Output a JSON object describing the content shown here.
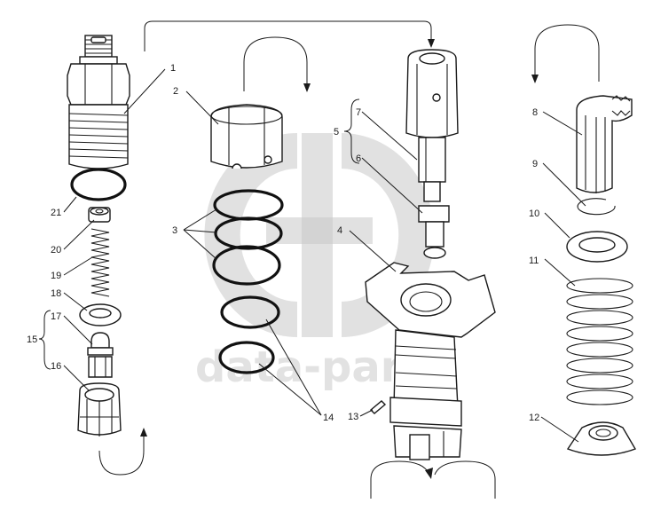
{
  "watermark": {
    "text": "data-parts"
  },
  "callouts": {
    "c1": "1",
    "c2": "2",
    "c3": "3",
    "c4": "4",
    "c5": "5",
    "c6": "6",
    "c7": "7",
    "c8": "8",
    "c9": "9",
    "c10": "10",
    "c11": "11",
    "c12": "12",
    "c13": "13",
    "c14": "14",
    "c15": "15",
    "c16": "16",
    "c17": "17",
    "c18": "18",
    "c19": "19",
    "c20": "20",
    "c21": "21"
  }
}
